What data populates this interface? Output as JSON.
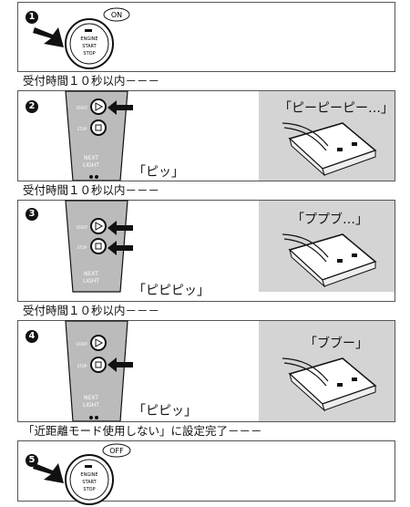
{
  "step1": {
    "number": "1",
    "button_text": [
      "ENGINE",
      "START",
      "STOP"
    ],
    "state": "ON"
  },
  "separator1": "受付時間１０秒以内－－－",
  "step2": {
    "number": "2",
    "remote_sound": "「ピッ」",
    "unit_sound": "「ピーピーピー…」"
  },
  "separator2": "受付時間１０秒以内－－－",
  "step3": {
    "number": "3",
    "remote_sound": "「ピピピッ」",
    "unit_sound": "「ププブ…」"
  },
  "separator3": "受付時間１０秒以内－－－",
  "step4": {
    "number": "4",
    "remote_sound": "「ピピッ」",
    "unit_sound": "「ブブー」"
  },
  "separator4": "「近距離モード使用しない」に設定完了－－－",
  "step5": {
    "number": "5",
    "button_text": [
      "ENGINE",
      "START",
      "STOP"
    ],
    "state": "OFF"
  },
  "remote": {
    "start": "START",
    "stop": "STOP",
    "next": "NEXT",
    "light": "LIGHT"
  }
}
